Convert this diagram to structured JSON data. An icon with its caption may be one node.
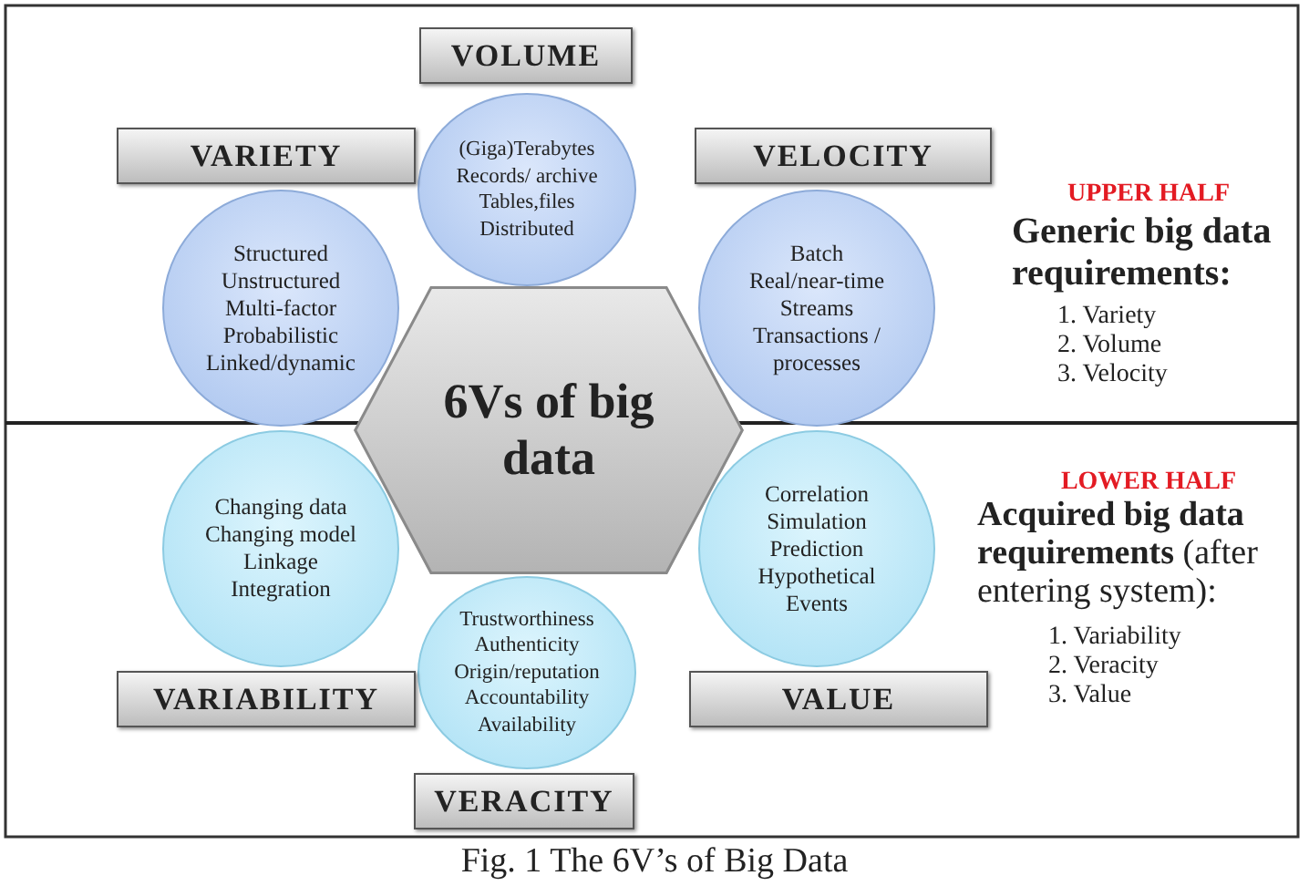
{
  "diagram": {
    "caption": "Fig. 1 The 6V’s of Big Data",
    "nodes": [
      {
        "text": [
          "VOLUME"
        ]
      },
      {
        "text": [
          "VARIETY"
        ]
      },
      {
        "text": [
          "VELOCITY"
        ]
      },
      {
        "text": [
          "(Giga)Terabytes",
          "Records/ archive",
          "Tables,files",
          "Distributed"
        ]
      },
      {
        "text": [
          "Structured",
          "Unstructured",
          "Multi-factor",
          "Probabilistic",
          "Linked/dynamic"
        ]
      },
      {
        "text": [
          "Batch",
          "Real/near-time",
          "Streams",
          "Transactions / processes"
        ]
      },
      {
        "text": [
          "6Vs of big data"
        ]
      },
      {
        "text": [
          "Changing data",
          "Changing model",
          "Linkage",
          "Integration"
        ]
      },
      {
        "text": [
          "Correlation",
          "Simulation",
          "Prediction",
          "Hypothetical Events"
        ]
      },
      {
        "text": [
          "Trustworthiness",
          "Authenticity",
          "Origin/reputation",
          "Accountability",
          "Availability"
        ]
      },
      {
        "text": [
          "VARIABILITY"
        ]
      },
      {
        "text": [
          "VALUE"
        ]
      },
      {
        "text": [
          "VERACITY"
        ]
      }
    ],
    "labels": [
      "UPPER HALF",
      "Generic big data requirements:",
      "1. Variety",
      "2. Volume",
      "3. Velocity",
      "LOWER HALF",
      "**Acquired big data requirements** (after entering system):",
      "1. Variability",
      "2. Veracity",
      "3. Value"
    ]
  }
}
